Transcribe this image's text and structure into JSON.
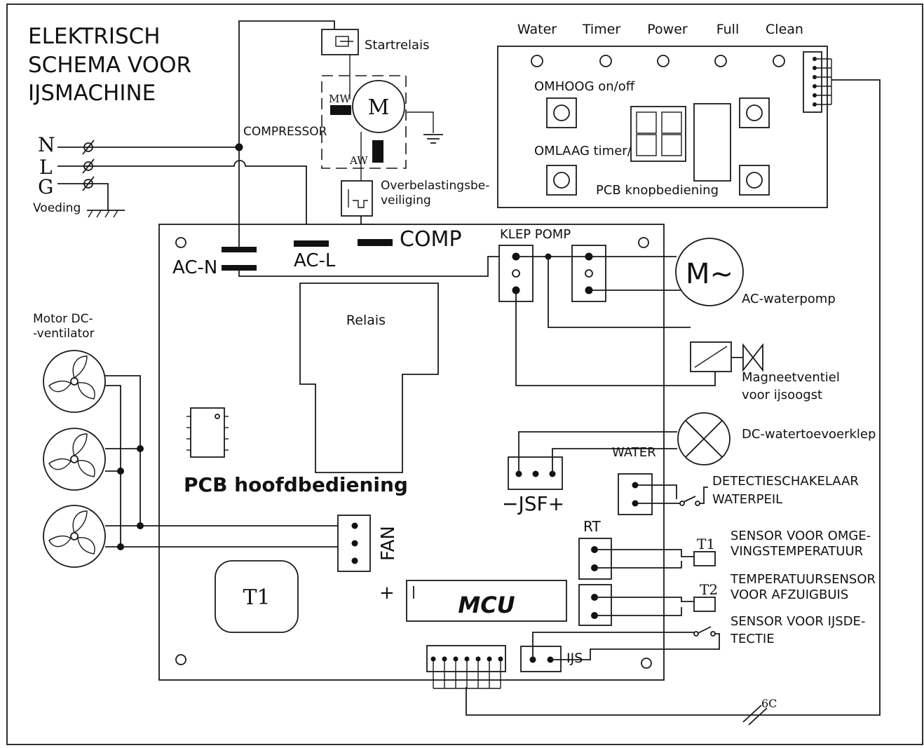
{
  "title": {
    "line1": "ELEKTRISCH",
    "line2": "SCHEMA VOOR",
    "line3": "IJSMACHINE"
  },
  "supply": {
    "n": "N",
    "l": "L",
    "g": "G",
    "label": "Voeding"
  },
  "compressor": {
    "label": "COMPRESSOR",
    "start_relay": "Startrelais",
    "motor": "M",
    "mw": "MW",
    "aw": "AW",
    "overload_1": "Overbelastingsbe-",
    "overload_2": "veiliging"
  },
  "button_pcb": {
    "indicators": [
      "Water",
      "Timer",
      "Power",
      "Full",
      "Clean"
    ],
    "up": "OMHOOG on/off",
    "down": "OMLAAG timer/set",
    "label": "PCB knopbediening"
  },
  "main_pcb": {
    "ac_n": "AC-N",
    "ac_l": "AC-L",
    "comp": "COMP",
    "valve_pump": "KLEP POMP",
    "relay": "Relais",
    "label": "PCB hoofdbediening",
    "fan": "FAN",
    "t1": "T1",
    "mcu": "MCU",
    "plus": "+",
    "water": "WATER",
    "jsf": "−JSF+",
    "rt": "RT",
    "ijs": "IJS"
  },
  "fan_motor": {
    "line1": "Motor DC-",
    "line2": "-ventilator"
  },
  "loads": {
    "pump": "AC-waterpomp",
    "pump_symbol": "M~",
    "solenoid_1": "Magneetventiel",
    "solenoid_2": "voor ijsoogst",
    "inlet_valve": "DC-watertoevoerklep",
    "level_1": "DETECTIESCHAKELAAR",
    "level_2": "WATERPEIL",
    "ambient_1": "SENSOR VOOR OMGE-",
    "ambient_2": "VINGSTEMPERATUUR",
    "t1": "T1",
    "tube_1": "TEMPERATUURSENSOR",
    "tube_2": "VOOR AFZUIGBUIS",
    "t2": "T2",
    "ice_1": "SENSOR VOOR IJSDE-",
    "ice_2": "TECTIE"
  },
  "cable": "6C"
}
